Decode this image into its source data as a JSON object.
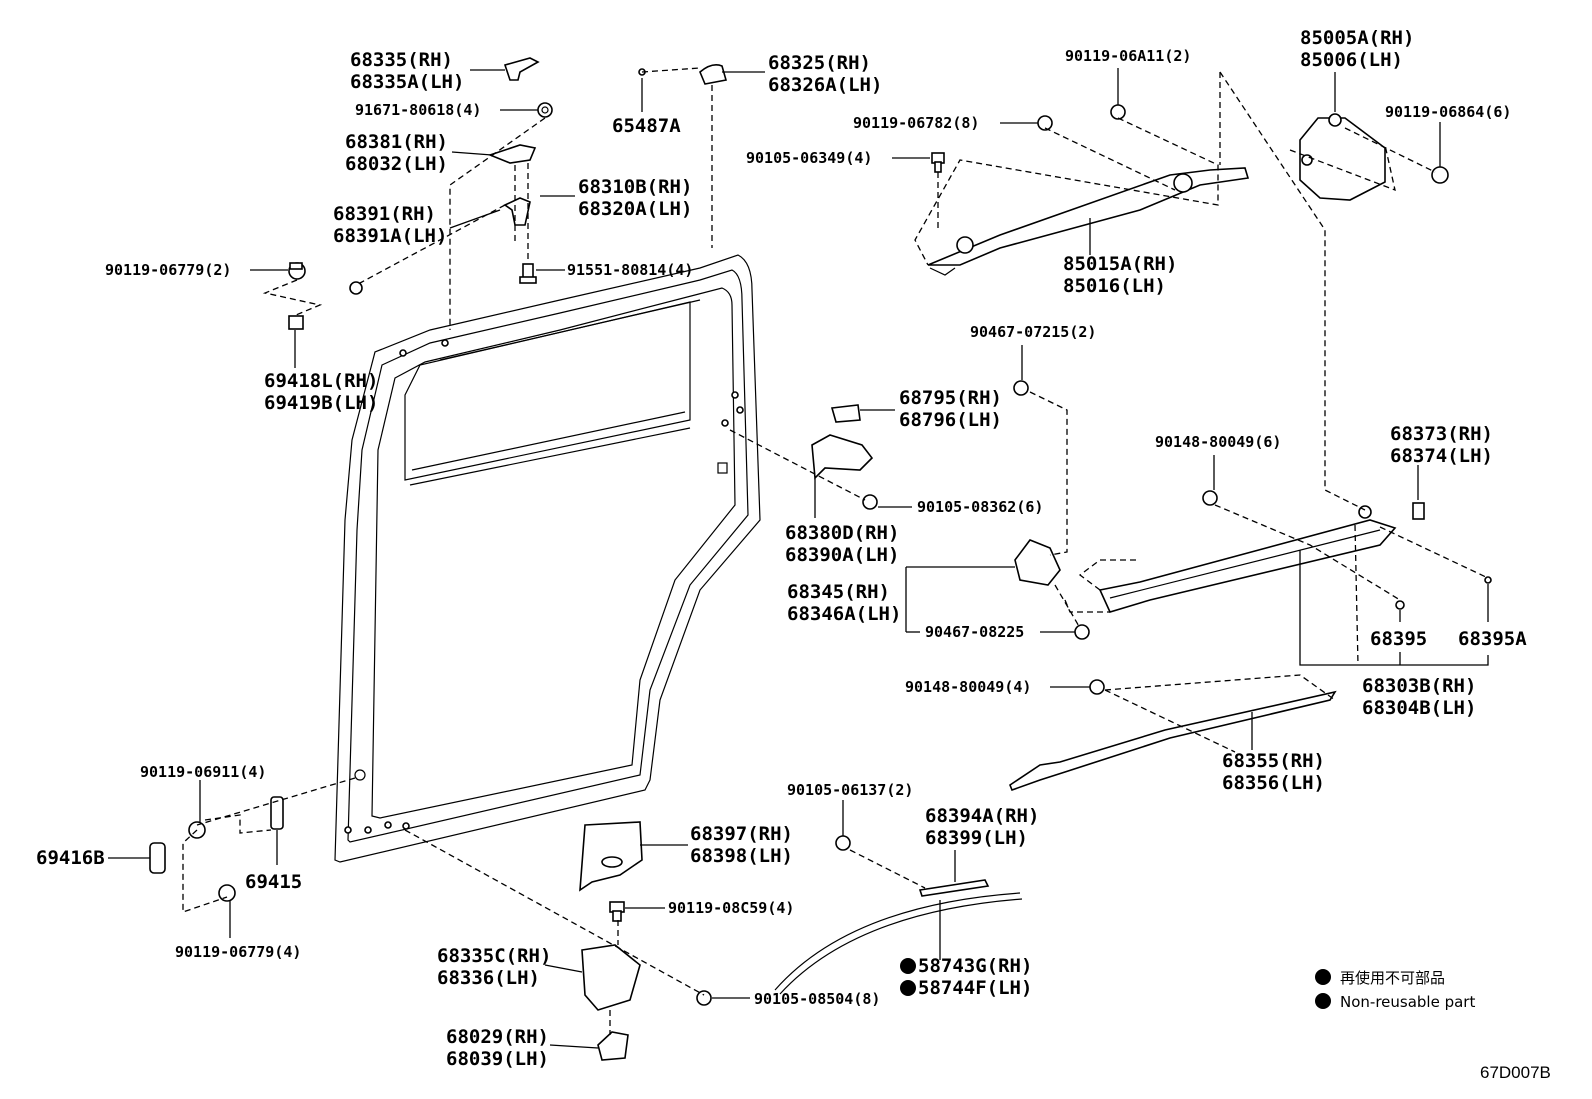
{
  "labels": {
    "l68335": "68335(RH)",
    "l68335a": "68335A(LH)",
    "l91671": "91671-80618(4)",
    "l68381": "68381(RH)",
    "l68032": "68032(LH)",
    "l68391": "68391(RH)",
    "l68391a": "68391A(LH)",
    "l68310b": "68310B(RH)",
    "l68320a": "68320A(LH)",
    "l90119_06779_2": "90119-06779(2)",
    "l91551": "91551-80814(4)",
    "l69418l": "69418L(RH)",
    "l69419b": "69419B(LH)",
    "l68325": "68325(RH)",
    "l68326a": "68326A(LH)",
    "l65487a": "65487A",
    "l90119_06a11": "90119-06A11(2)",
    "l90119_06782": "90119-06782(8)",
    "l90105_06349": "90105-06349(4)",
    "l85005a": "85005A(RH)",
    "l85006": "85006(LH)",
    "l90119_06864": "90119-06864(6)",
    "l85015a": "85015A(RH)",
    "l85016": "85016(LH)",
    "l90467_07215": "90467-07215(2)",
    "l68795": "68795(RH)",
    "l68796": "68796(LH)",
    "l90105_08362": "90105-08362(6)",
    "l68380d": "68380D(RH)",
    "l68390a": "68390A(LH)",
    "l68345": "68345(RH)",
    "l68346a": "68346A(LH)",
    "l90467_08225": "90467-08225",
    "l90148_80049_6": "90148-80049(6)",
    "l68373": "68373(RH)",
    "l68374": "68374(LH)",
    "l68395": "68395",
    "l68395a": "68395A",
    "l68303b": "68303B(RH)",
    "l68304b": "68304B(LH)",
    "l90148_80049_4": "90148-80049(4)",
    "l68355": "68355(RH)",
    "l68356": "68356(LH)",
    "l90119_06911": "90119-06911(4)",
    "l69416b": "69416B",
    "l69415": "69415",
    "l90119_06779_4": "90119-06779(4)",
    "l90105_06137": "90105-06137(2)",
    "l68394a": "68394A(RH)",
    "l68399": "68399(LH)",
    "l68397": "68397(RH)",
    "l68398": "68398(LH)",
    "l90119_08c59": "90119-08C59(4)",
    "l68335c": "68335C(RH)",
    "l68336": "68336(LH)",
    "l90105_08504": "90105-08504(8)",
    "l58743g": "58743G(RH)",
    "l58744f": "58744F(LH)",
    "l68029": "68029(RH)",
    "l68039": "68039(LH)"
  },
  "legend": {
    "line1": "再使用不可部品",
    "line2": "Non-reusable part"
  },
  "diagram_code": "67D007B"
}
